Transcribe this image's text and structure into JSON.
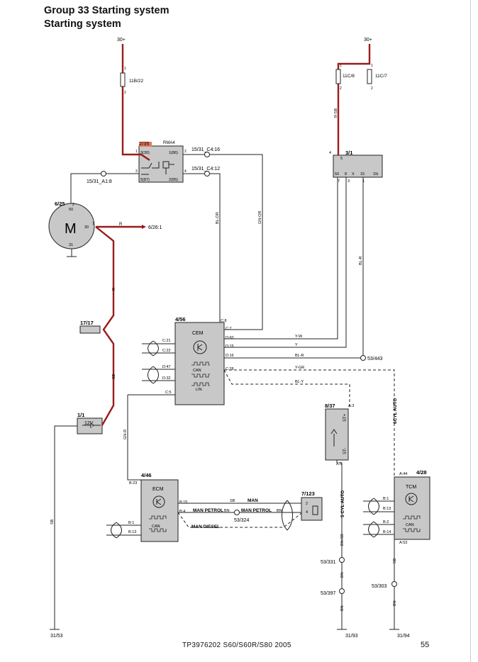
{
  "header": {
    "title": "Group 33 Starting system",
    "subtitle": "Starting system"
  },
  "footer": {
    "doc": "TP3976202 S60/S60R/S80 2005",
    "page": "55"
  },
  "supply": {
    "left": "30+",
    "right": "30+"
  },
  "fuses": {
    "f1": "11B/22",
    "f2": "11C/8",
    "f3": "11C/7"
  },
  "pins": {
    "p1": "1",
    "p2": "2",
    "p4": "4",
    "p5": "5"
  },
  "relay": {
    "id": "2/35",
    "box": "RMA4",
    "t330": "3(30)",
    "t186": "1(86)",
    "t587": "5(87)",
    "t285": "2(85)",
    "n1": "1",
    "n2": "2",
    "n3": "3",
    "n4": "4"
  },
  "connectors": {
    "c416": "15/31_C4:16",
    "c412": "15/31_C4:12",
    "a18": "15/31_A1:8"
  },
  "ign": {
    "id": "3/1",
    "t50": "50",
    "t8": "8",
    "tx": "X",
    "t15": "15",
    "t15i": "15i",
    "n7": "7",
    "n3": "3",
    "n1": "1"
  },
  "starter": {
    "id": "6/25",
    "letter": "M",
    "t50": "50",
    "t30": "30",
    "t31": "31",
    "n2": "2",
    "n1": "1",
    "to": "6/26:1"
  },
  "splice": {
    "s1717": "17/17",
    "s53443": "53/443",
    "s53324": "53/324",
    "s53331": "53/331",
    "s53397": "53/397",
    "s53303": "53/303"
  },
  "battery": {
    "id": "1/1",
    "v": "12V"
  },
  "cem": {
    "id": "4/56",
    "name": "CEM",
    "can": "CAN",
    "lin": "LIN",
    "c8": "C:8",
    "c7": "C:7",
    "d60": "D:60",
    "d15": "D:15",
    "d16": "D:16",
    "c28": "C:28",
    "c21": "C:21",
    "c22": "C:22",
    "d47": "D:47",
    "d32": "D:32",
    "c5": "C:5"
  },
  "wires": {
    "r": "R",
    "bl_or": "BL-OR",
    "gn_or": "GN-OR",
    "bl_r": "BL-R",
    "r_sb": "R-SB",
    "sb": "SB",
    "y_w": "Y-W",
    "y": "Y",
    "y_gr": "Y-GR",
    "bl_y": "BL-Y",
    "gn_r": "GN-R",
    "bn_sb": "BN-SB",
    "bn": "BN",
    "sb2": "SB",
    "man": "MAN",
    "man_petrol": "MAN PETROL",
    "man_diesel": "MAN DIESEL",
    "bn_w": "BN",
    "cyl5_auto": "5 CYL  AUTO",
    "cyl6_auto": "6CYL  AUTO"
  },
  "sw837": {
    "id": "8/37",
    "a3": "A:3",
    "a9": "A:9",
    "st_plus": "ST+",
    "st_minus": "ST-"
  },
  "ecm": {
    "id": "4/46",
    "name": "ECM",
    "can": "CAN",
    "b23": "B:23",
    "b15": "B:15",
    "b4": "B:4",
    "b1": "B:1",
    "b13": "B:13"
  },
  "sensor": {
    "id": "7/123",
    "p2": "2",
    "p4": "4"
  },
  "tcm": {
    "id": "4/28",
    "name": "TCM",
    "can": "CAN",
    "a44": "A:44",
    "b1": "B:1",
    "b13": "B:13",
    "b2": "B:2",
    "b14": "B:14",
    "a53": "A:53"
  },
  "grounds": {
    "g3153": "31/53",
    "g3193": "31/93",
    "g3194": "31/94"
  },
  "colors": {
    "power": "#9b1b1b",
    "relay_highlight": "#e8795a",
    "component_fill": "#c8c8c8"
  }
}
